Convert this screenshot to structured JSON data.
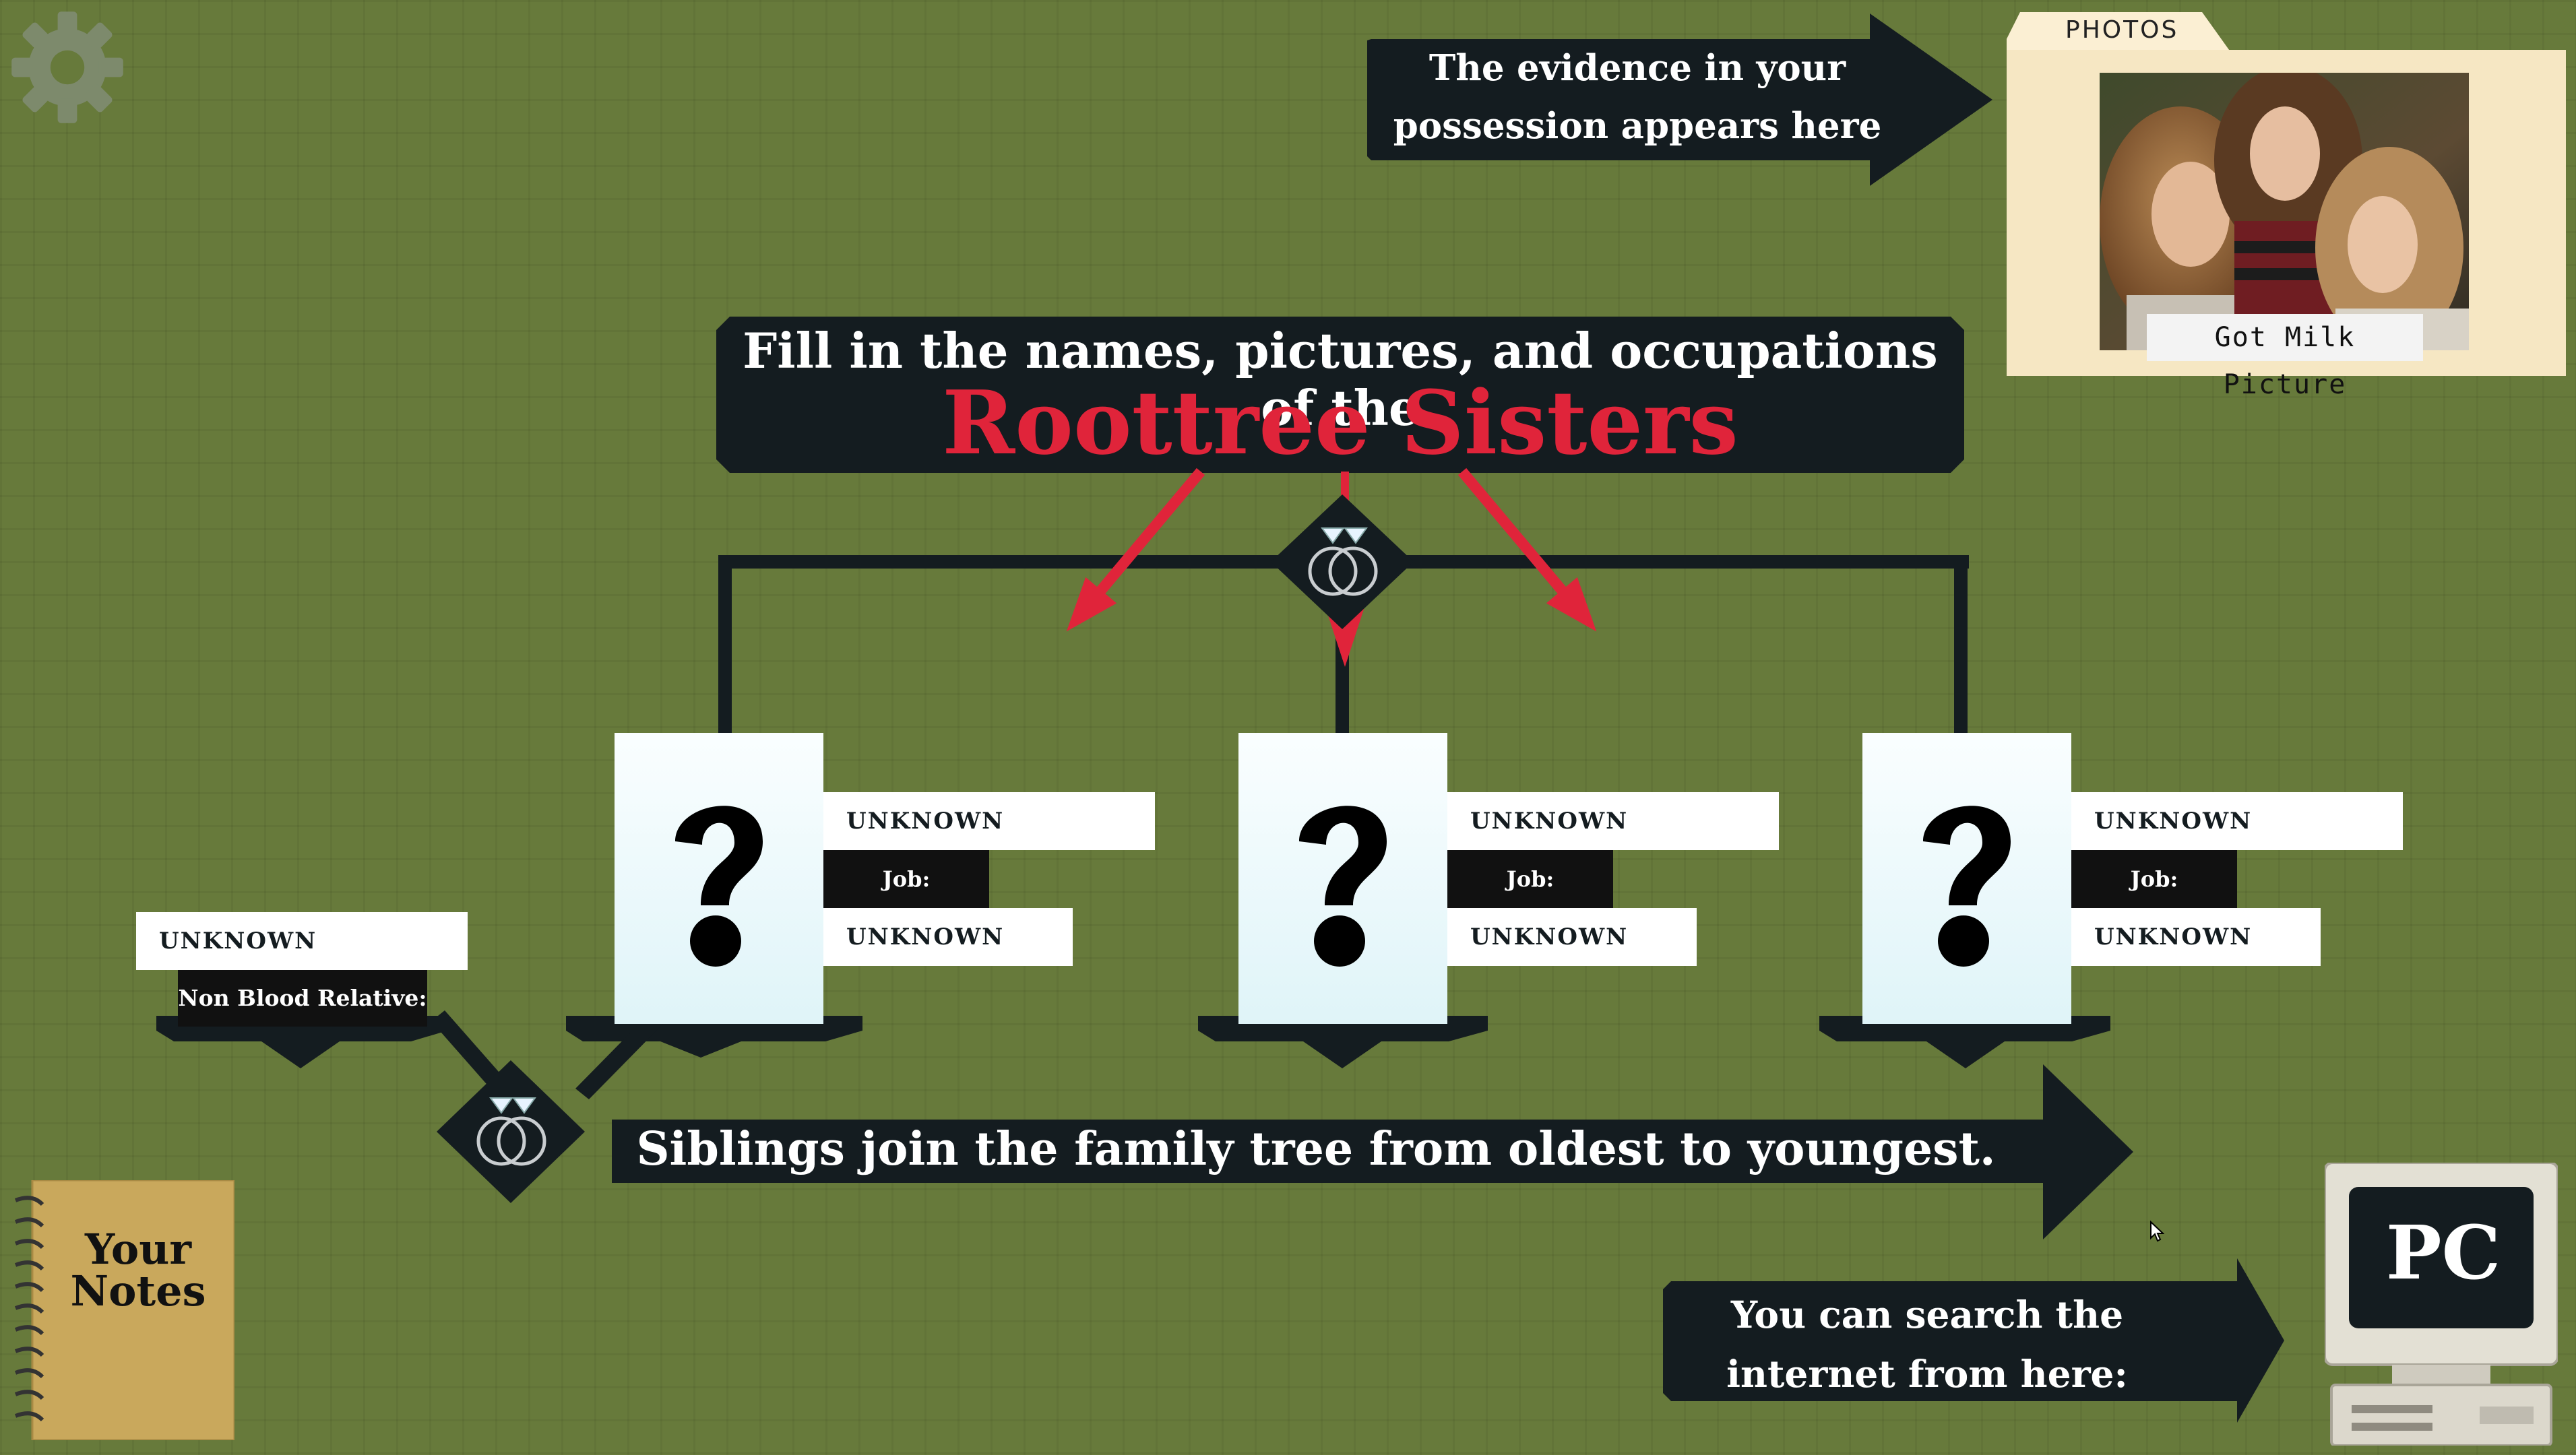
{
  "hints": {
    "evidence": "The evidence in your possession appears here",
    "siblings": "Siblings join the family tree from oldest to youngest.",
    "search": "You can search the internet from here:"
  },
  "photos": {
    "tab_label": "PHOTOS",
    "items": [
      {
        "caption": "Got Milk Picture"
      }
    ]
  },
  "title": {
    "line1": "Fill in the names, pictures, and occupations of the",
    "line2": "Roottree Sisters"
  },
  "sisters": [
    {
      "name": "UNKNOWN",
      "job_label": "Job:",
      "job": "UNKNOWN"
    },
    {
      "name": "UNKNOWN",
      "job_label": "Job:",
      "job": "UNKNOWN"
    },
    {
      "name": "UNKNOWN",
      "job_label": "Job:",
      "job": "UNKNOWN"
    }
  ],
  "non_blood_relative": {
    "name": "UNKNOWN",
    "label": "Non Blood Relative:"
  },
  "notes": {
    "title": "Your Notes"
  },
  "pc": {
    "label": "PC"
  },
  "icons": {
    "settings": "gear-icon",
    "marriage": "wedding-rings-icon",
    "unknown_portrait": "question-mark-icon",
    "cursor": "mouse-pointer-icon"
  },
  "colors": {
    "background": "#677a3b",
    "panel": "#141c20",
    "accent_red": "#e0243a",
    "folder": "#f6e7c3",
    "notebook": "#c9a85c"
  }
}
